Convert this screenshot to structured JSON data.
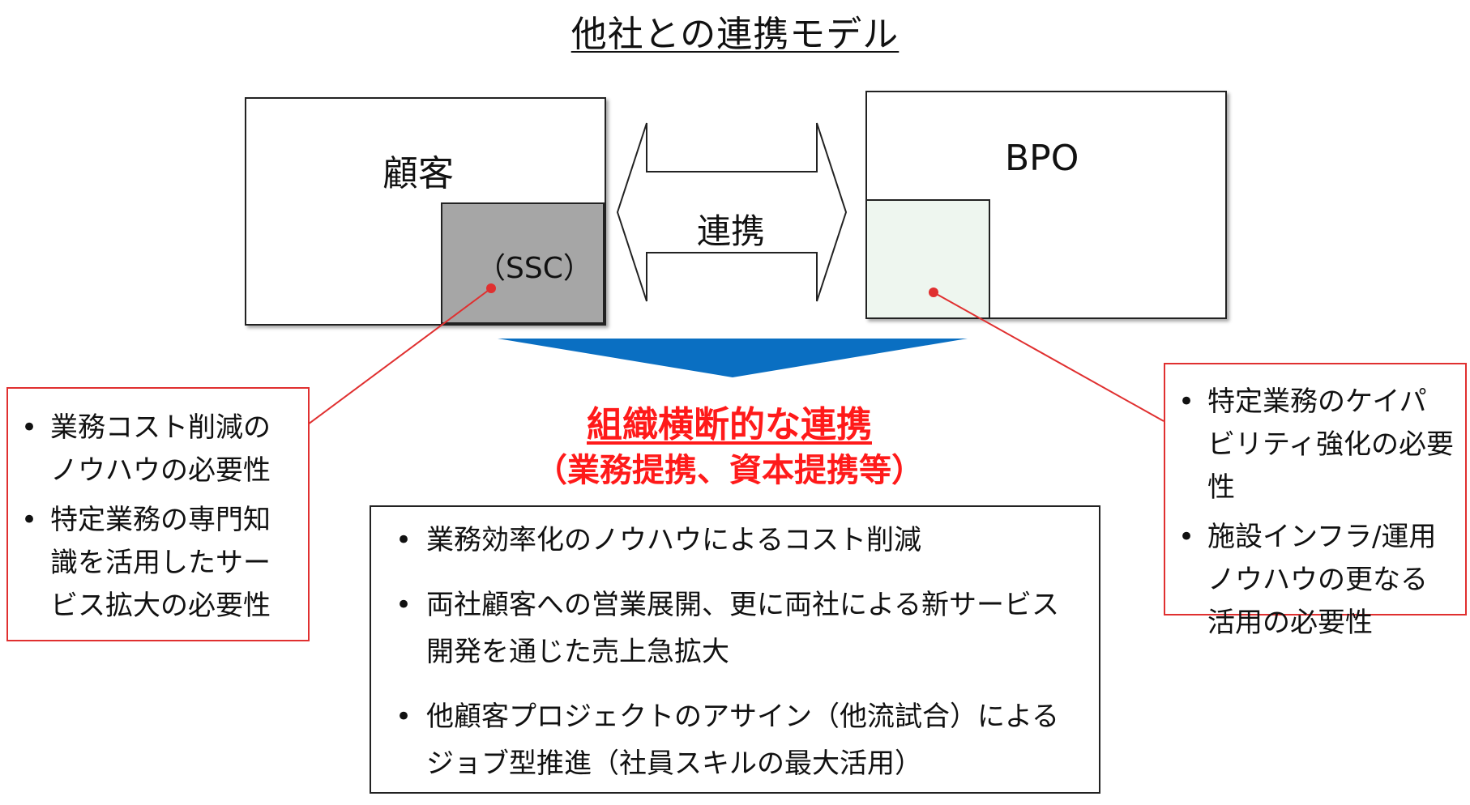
{
  "title": "他社との連携モデル",
  "customer": {
    "label": "顧客",
    "sub_label": "（SSC）"
  },
  "bpo": {
    "label": "BPO"
  },
  "link_label": "連携",
  "collaboration": {
    "title": "組織横断的な連携",
    "subtitle": "（業務提携、資本提携等）"
  },
  "bullet_char": "•",
  "customer_needs": [
    "業務コスト削減のノウハウの必要性",
    "特定業務の専門知識を活用したサービス拡大の必要性"
  ],
  "bpo_needs": [
    "特定業務のケイパビリティ強化の必要性",
    "施設インフラ/運用ノウハウの更なる活用の必要性"
  ],
  "benefits": [
    "業務効率化のノウハウによるコスト削減",
    "両社顧客への営業展開、更に両社による新サービス開発を通じた売上急拡大",
    "他顧客プロジェクトのアサイン（他流試合）によるジョブ型推進（社員スキルの最大活用）"
  ],
  "colors": {
    "callout_red": "#e03030",
    "emphasis_red": "#ff1a1a",
    "ssc_gray": "#a6a6a6",
    "bpo_sub_fill": "#eef6ef",
    "down_arrow_blue": "#0a6fc2"
  }
}
